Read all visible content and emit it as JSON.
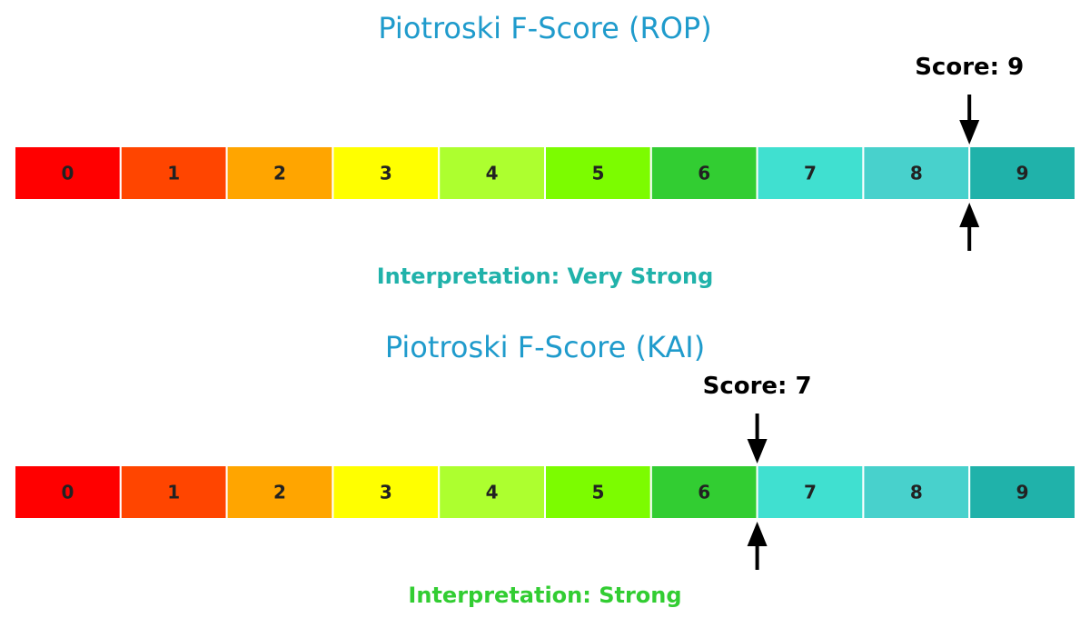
{
  "chart_data": [
    {
      "type": "gauge",
      "title": "Piotroski F-Score (ROP)",
      "categories": [
        "0",
        "1",
        "2",
        "3",
        "4",
        "5",
        "6",
        "7",
        "8",
        "9"
      ],
      "colors": [
        "#ff0000",
        "#ff4500",
        "#ffa500",
        "#ffff00",
        "#adff2f",
        "#7cfc00",
        "#32cd32",
        "#40e0d0",
        "#48d1cc",
        "#20b2aa"
      ],
      "score_label": "Score: 9",
      "score": 9,
      "interpretation": "Interpretation: Very Strong",
      "interpretation_color": "#20b2aa",
      "title_color": "#1f9bcc"
    },
    {
      "type": "gauge",
      "title": "Piotroski F-Score (KAI)",
      "categories": [
        "0",
        "1",
        "2",
        "3",
        "4",
        "5",
        "6",
        "7",
        "8",
        "9"
      ],
      "colors": [
        "#ff0000",
        "#ff4500",
        "#ffa500",
        "#ffff00",
        "#adff2f",
        "#7cfc00",
        "#32cd32",
        "#40e0d0",
        "#48d1cc",
        "#20b2aa"
      ],
      "score_label": "Score: 7",
      "score": 7,
      "interpretation": "Interpretation: Strong",
      "interpretation_color": "#32cd32",
      "title_color": "#1f9bcc"
    }
  ]
}
